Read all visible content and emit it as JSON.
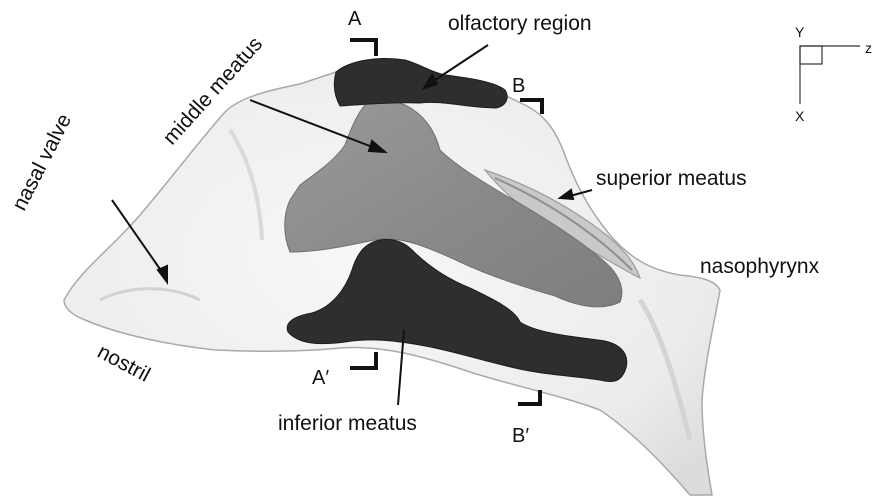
{
  "labels": {
    "olfactory_region": "olfactory region",
    "middle_meatus": "middle meatus",
    "nasal_valve": "nasal valve",
    "superior_meatus": "superior meatus",
    "nasophyrynx": "nasophyrynx",
    "nostril": "nostril",
    "inferior_meatus": "inferior meatus"
  },
  "section_markers": {
    "a": "A",
    "a_prime": "A′",
    "b": "B",
    "b_prime": "B′"
  },
  "axes": {
    "y": "Y",
    "z": "z",
    "x": "X"
  },
  "colors": {
    "cavity_fill": "#f1f1f1",
    "cavity_edge": "#a9a9a9",
    "middle_meatus_fill": "#8c8c8c",
    "dark_region_fill": "#2e2e2e"
  }
}
